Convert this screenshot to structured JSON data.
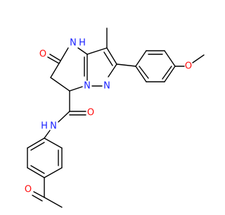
{
  "molecule": {
    "atom_labels": {
      "nh_ring": "N",
      "nh_ring_h": "H",
      "n_pyrazole_bridge": "N",
      "n_pyrazole": "N",
      "n_amide": "N",
      "n_amide_h": "H",
      "o_lactam": "O",
      "o_amide": "O",
      "o_methoxy": "O",
      "o_acetyl": "O"
    }
  }
}
